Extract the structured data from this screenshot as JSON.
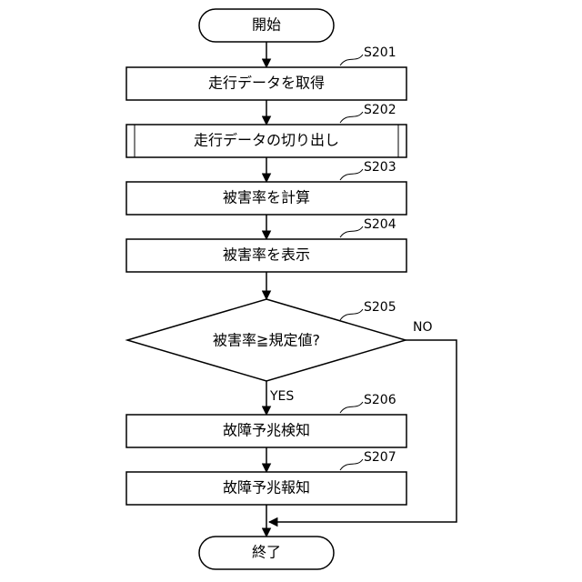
{
  "start": {
    "label": "開始"
  },
  "steps": [
    {
      "id": "S201",
      "label": "走行データを取得"
    },
    {
      "id": "S202",
      "label": "走行データの切り出し"
    },
    {
      "id": "S203",
      "label": "被害率を計算"
    },
    {
      "id": "S204",
      "label": "被害率を表示"
    }
  ],
  "decision": {
    "id": "S205",
    "label": "被害率≧規定値?",
    "yes_label": "YES",
    "no_label": "NO"
  },
  "after_steps": [
    {
      "id": "S206",
      "label": "故障予兆検知"
    },
    {
      "id": "S207",
      "label": "故障予兆報知"
    }
  ],
  "end": {
    "label": "終了"
  }
}
